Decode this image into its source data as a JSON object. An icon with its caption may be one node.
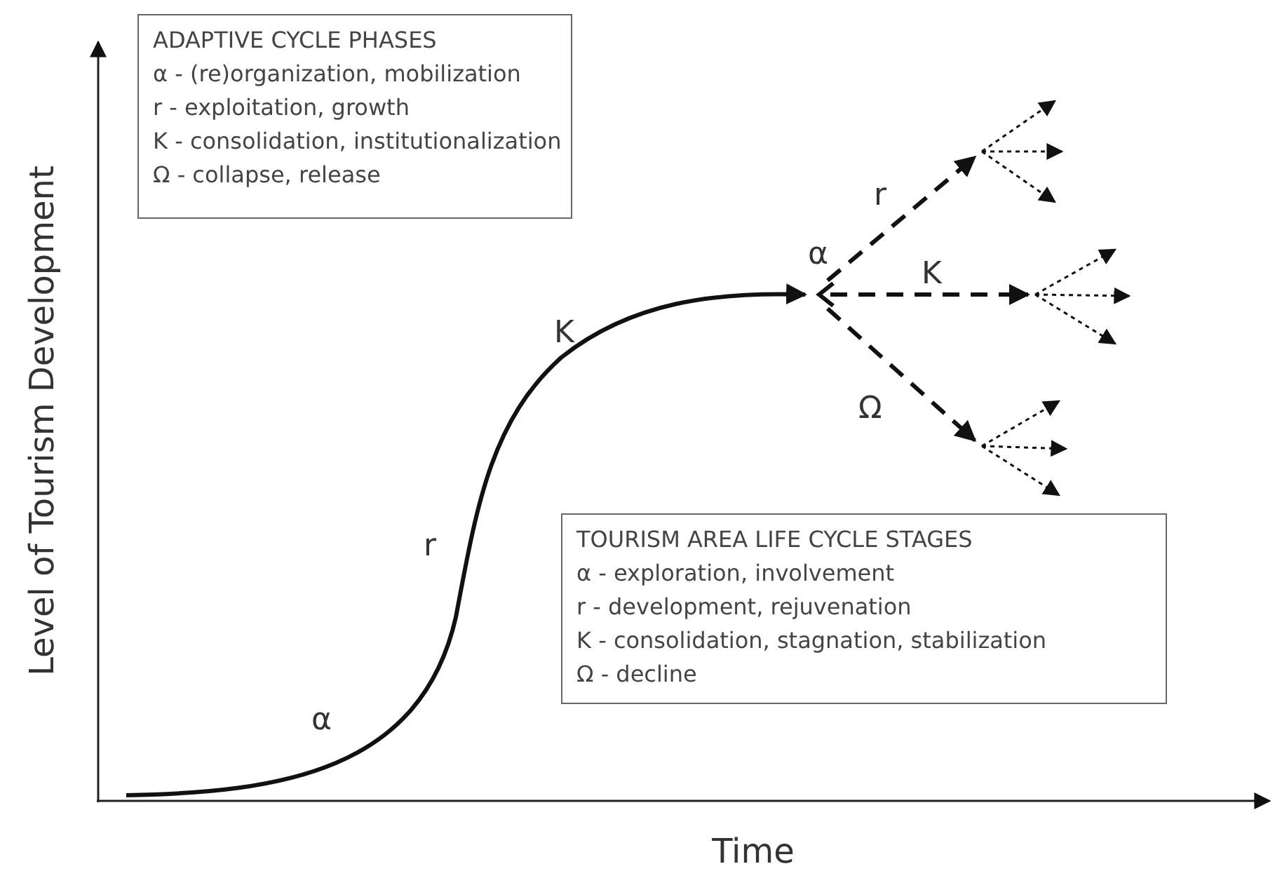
{
  "diagram": {
    "nodes": [
      {
        "text": [
          "ADAPTIVE CYCLE PHASES",
          "α - (re)organization, mobilization",
          "r - exploitation, growth",
          "K - consolidation, institutionalization",
          "Ω - collapse, release"
        ]
      },
      {
        "text": [
          "TOURISM AREA LIFE CYCLE STAGES",
          "α - exploration, involvement",
          "r - development, rejuvenation",
          "K - consolidation, stagnation, stabilization",
          "Ω - decline"
        ]
      }
    ],
    "labels": [
      "r",
      "α",
      "K",
      "K",
      "Ω",
      "r",
      "α",
      "Level of Tourism Development",
      "Time"
    ]
  }
}
